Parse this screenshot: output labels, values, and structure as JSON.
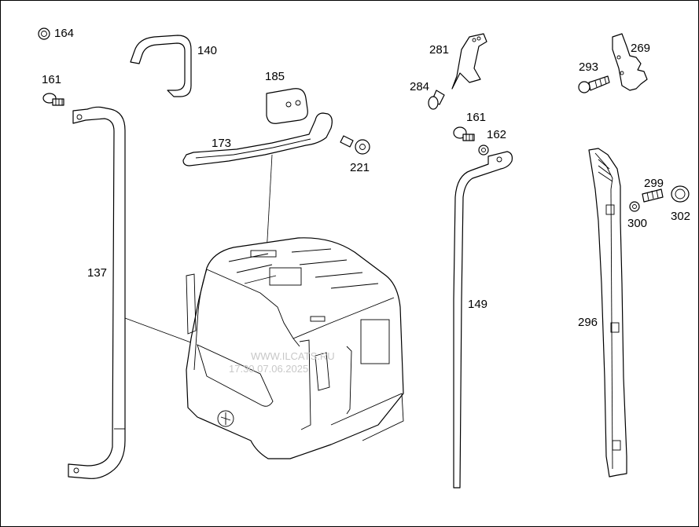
{
  "callouts": {
    "c164": "164",
    "c140": "140",
    "c161a": "161",
    "c185": "185",
    "c173": "173",
    "c221": "221",
    "c137": "137",
    "c281": "281",
    "c284": "284",
    "c161b": "161",
    "c162": "162",
    "c149": "149",
    "c293": "293",
    "c269": "269",
    "c299": "299",
    "c300": "300",
    "c302": "302",
    "c296": "296"
  },
  "watermark": {
    "line1": "WWW.ILCATS.RU",
    "line2": "17.30 07.06.2025"
  }
}
